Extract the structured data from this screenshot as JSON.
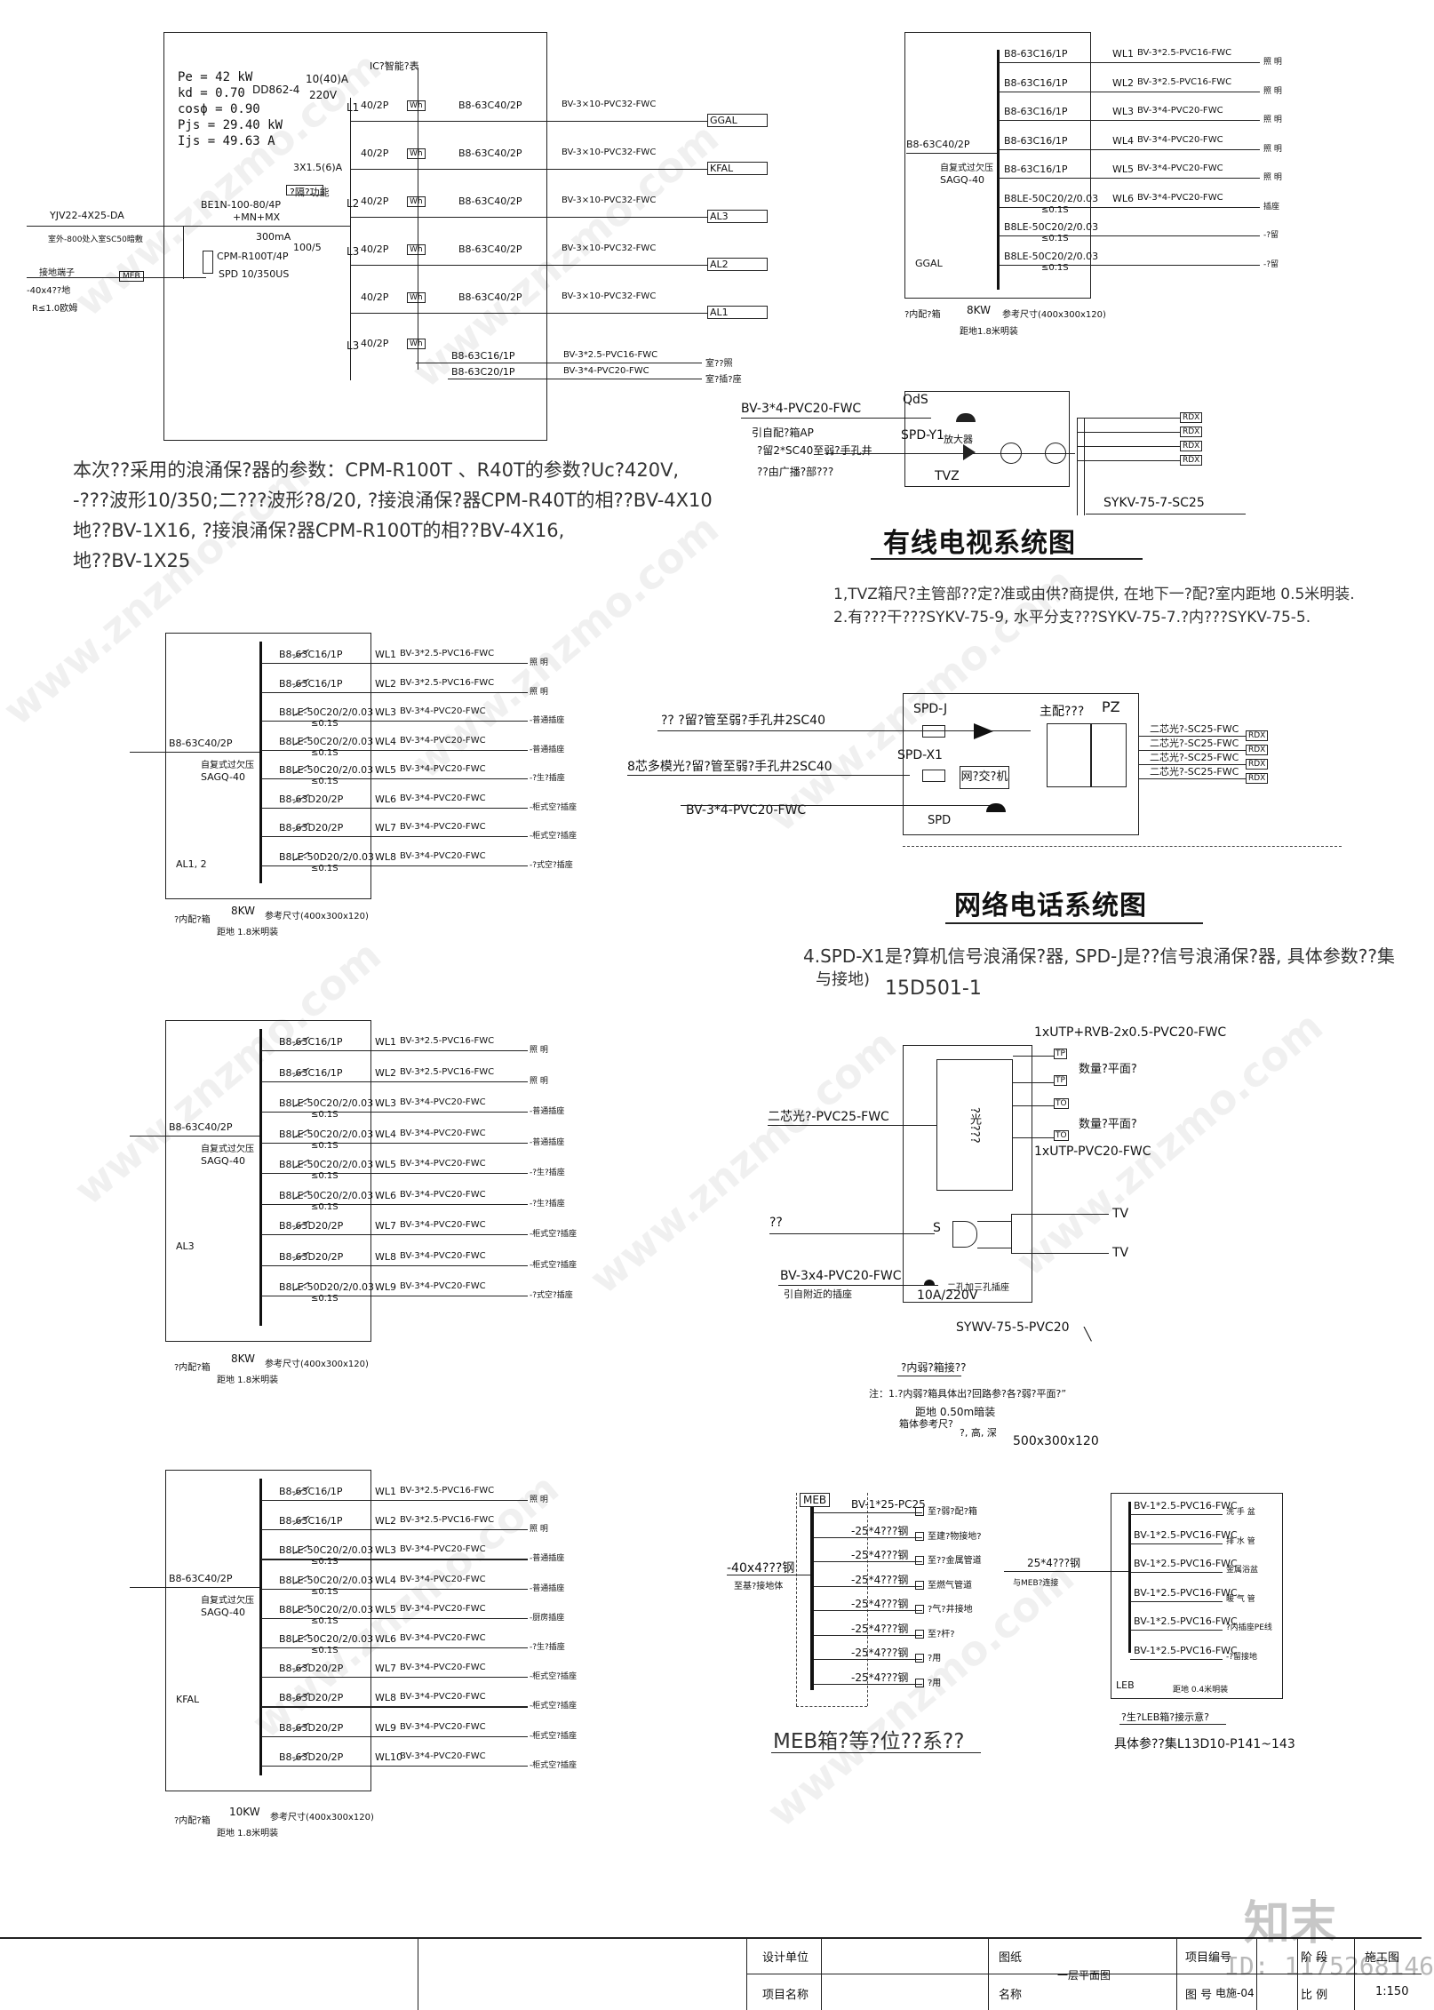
{
  "panel_main": {
    "params": [
      "Pe = 42 kW",
      "kd = 0.70",
      "cosϕ = 0.90",
      "Pjs = 29.40 kW",
      "Ijs = 49.63 A"
    ],
    "meter_label": "IC?智能?表",
    "meter_model": "DD862-4",
    "meter_rating": "10(40)A",
    "meter_voltage": "220V",
    "incoming_cable": "YJV22-4X25-DA",
    "incoming_note": "室外-800处入室SC50暗敷",
    "ground_label": "接地端子",
    "ground_bar": "-40x4??地",
    "ground_resist": "R≤1.0欧姆",
    "meb_tag": "MEB",
    "main_breaker": "BE1N-100-80/4P",
    "main_breaker2": "+MN+MX",
    "breaker_func": "?隔?功能",
    "ct": "3X1.5(6)A",
    "rcd": "300mA",
    "ct_ratio": "100/5",
    "spd_model": "CPM-R100T/4P",
    "spd_wave": "SPD 10/350US",
    "circuits": [
      {
        "phase": "L1",
        "sw": "40/2P",
        "wh": "Wh",
        "breaker": "B8-63C40/2P",
        "cable": "BV-3×10-PVC32-FWC",
        "dest": "GGAL"
      },
      {
        "phase": "",
        "sw": "40/2P",
        "wh": "Wh",
        "breaker": "B8-63C40/2P",
        "cable": "BV-3×10-PVC32-FWC",
        "dest": "KFAL"
      },
      {
        "phase": "L2",
        "sw": "40/2P",
        "wh": "Wh",
        "breaker": "B8-63C40/2P",
        "cable": "BV-3×10-PVC32-FWC",
        "dest": "AL3"
      },
      {
        "phase": "L3",
        "sw": "40/2P",
        "wh": "Wh",
        "breaker": "B8-63C40/2P",
        "cable": "BV-3×10-PVC32-FWC",
        "dest": "AL2"
      },
      {
        "phase": "",
        "sw": "40/2P",
        "wh": "Wh",
        "breaker": "B8-63C40/2P",
        "cable": "BV-3×10-PVC32-FWC",
        "dest": "AL1"
      },
      {
        "phase": "L3",
        "sw": "40/2P",
        "wh": "Wh",
        "breaker": "B8-63C16/1P",
        "cable": "BV-3*2.5-PVC16-FWC",
        "dest": "室??照"
      }
    ],
    "extra_circuit": {
      "breaker": "B8-63C20/1P",
      "cable": "BV-3*4-PVC20-FWC",
      "dest": "室?插?座"
    }
  },
  "surge_note": [
    "本次??采用的浪涌保?器的参数：CPM-R100T 、R40T的参数?Uc?420V,",
    "-???波形10/350;二???波形?8/20, ?接浪涌保?器CPM-R40T的相??BV-4X10",
    "地??BV-1X16, ?接浪涌保?器CPM-R100T的相??BV-4X16,",
    "地??BV-1X25"
  ],
  "ggal": {
    "name": "GGAL",
    "incoming": "B8-63C40/2P",
    "auto_switch": "自复式过欠压",
    "sagq": "SAGQ-40",
    "rows": [
      {
        "br": "B8-63C16/1P",
        "rcd": "",
        "wl": "WL1",
        "cable": "BV-3*2.5-PVC16-FWC",
        "use": "照 明"
      },
      {
        "br": "B8-63C16/1P",
        "rcd": "",
        "wl": "WL2",
        "cable": "BV-3*2.5-PVC16-FWC",
        "use": "照 明"
      },
      {
        "br": "B8-63C16/1P",
        "rcd": "",
        "wl": "WL3",
        "cable": "BV-3*4-PVC20-FWC",
        "use": "照 明"
      },
      {
        "br": "B8-63C16/1P",
        "rcd": "",
        "wl": "WL4",
        "cable": "BV-3*4-PVC20-FWC",
        "use": "照 明"
      },
      {
        "br": "B8-63C16/1P",
        "rcd": "",
        "wl": "WL5",
        "cable": "BV-3*4-PVC20-FWC",
        "use": "照 明"
      },
      {
        "br": "B8LE-50C20/2/0.03",
        "rcd": "≤0.1S",
        "wl": "WL6",
        "cable": "BV-3*4-PVC20-FWC",
        "use": "插座"
      },
      {
        "br": "B8LE-50C20/2/0.03",
        "rcd": "≤0.1S",
        "wl": "",
        "cable": "",
        "use": "-?留"
      },
      {
        "br": "B8LE-50C20/2/0.03",
        "rcd": "≤0.1S",
        "wl": "",
        "cable": "",
        "use": "-?留"
      }
    ],
    "power": "8KW",
    "size": "参考尺寸(400x300x120)",
    "panel_note": "?内配?箱",
    "mount": "距地1.8米明装"
  },
  "catv": {
    "feed_cable": "BV-3*4-PVC20-FWC",
    "feed_note": "引自配?箱AP",
    "conduit_note": "?留2*SC40至弱?手孔井",
    "broadcast": "??由广播?部???",
    "spd_tag": "SPD-Y1",
    "amp": "放大器",
    "ds_tag": "QdS",
    "tvz": "TVZ",
    "outputs": [
      "RDX",
      "RDX",
      "RDX",
      "RDX"
    ],
    "trunk": "SYKV-75-7-SC25",
    "title": "有线电视系统图",
    "notes": [
      "1,TVZ箱尺?主管部??定?准或由供?商提供, 在地下一?配?室内距地 0.5米明装.",
      "2.有???干???SYKV-75-9, 水平分支???SYKV-75-7.?内???SYKV-75-5."
    ]
  },
  "network": {
    "in1": "?? ?留?管至弱?手孔井2SC40",
    "in2": "8芯多模光?留?管至弱?手孔井2SC40",
    "feed": "BV-3*4-PVC20-FWC",
    "spd_j": "SPD-J",
    "spd_x1": "SPD-X1",
    "spd": "SPD",
    "switch": "网?交?机",
    "main_frame": "主配???",
    "pz": "PZ",
    "outs": [
      "二芯光?-SC25-FWC",
      "二芯光?-SC25-FWC",
      "二芯光?-SC25-FWC",
      "二芯光?-SC25-FWC"
    ],
    "rdx": [
      "RDX",
      "RDX",
      "RDX",
      "RDX"
    ],
    "title": "网络电话系统图",
    "note1": "4.SPD-X1是?算机信号浪涌保?器, SPD-J是??信号浪涌保?器, 具体参数??集",
    "note2": "与接地)",
    "note3": "15D501-1"
  },
  "weak_box": {
    "utp_top": "1xUTP+RVB-2x0.5-PVC20-FWC",
    "qty1": "数量?平面?",
    "qty2": "数量?平面?",
    "utp_bottom": "1xUTP-PVC20-FWC",
    "fiber_in": "二芯光?-PVC25-FWC",
    "module": "?光???",
    "ports": [
      "TP",
      "TP",
      "TO",
      "TO"
    ],
    "signal": "??",
    "s_tag": "S",
    "tv": [
      "TV",
      "TV"
    ],
    "power_cable": "BV-3x4-PVC20-FWC",
    "power_from": "引自附近的插座",
    "socket": "二孔加三孔插座",
    "socket_rating": "10A/220V",
    "coax": "SYWV-75-5-PVC20",
    "coax_tail": "╲",
    "box_title": "?内弱?箱接??",
    "note_a": "注：1.?内弱?箱具体出?回路参?各?弱?平面?”",
    "note_b": "距地  0.50m暗装",
    "note_c": "箱体参考尺?",
    "note_d": "?, 高, 深",
    "size": "500x300x120"
  },
  "al12": {
    "name": "AL1, 2",
    "incoming": "B8-63C40/2P",
    "auto_switch": "自复式过欠压",
    "sagq": "SAGQ-40",
    "rows": [
      {
        "br": "B8-63C16/1P",
        "rcd": "",
        "wl": "WL1",
        "cable": "BV-3*2.5-PVC16-FWC",
        "use": "照 明"
      },
      {
        "br": "B8-63C16/1P",
        "rcd": "",
        "wl": "WL2",
        "cable": "BV-3*2.5-PVC16-FWC",
        "use": "照 明"
      },
      {
        "br": "B8LE-50C20/2/0.03",
        "rcd": "≤0.1S",
        "wl": "WL3",
        "cable": "BV-3*4-PVC20-FWC",
        "use": "-普通插座"
      },
      {
        "br": "B8LE-50C20/2/0.03",
        "rcd": "≤0.1S",
        "wl": "WL4",
        "cable": "BV-3*4-PVC20-FWC",
        "use": "-普通插座"
      },
      {
        "br": "B8LE-50C20/2/0.03",
        "rcd": "≤0.1S",
        "wl": "WL5",
        "cable": "BV-3*4-PVC20-FWC",
        "use": "-?生?插座"
      },
      {
        "br": "B8-63D20/2P",
        "rcd": "",
        "wl": "WL6",
        "cable": "BV-3*4-PVC20-FWC",
        "use": "-柜式空?插座"
      },
      {
        "br": "B8-63D20/2P",
        "rcd": "",
        "wl": "WL7",
        "cable": "BV-3*4-PVC20-FWC",
        "use": "-柜式空?插座"
      },
      {
        "br": "B8LE-50D20/2/0.03",
        "rcd": "≤0.1S",
        "wl": "WL8",
        "cable": "BV-3*4-PVC20-FWC",
        "use": "-?式空?插座"
      }
    ],
    "power": "8KW",
    "size": "参考尺寸(400x300x120)",
    "panel_note": "?内配?箱",
    "mount": "距地 1.8米明装"
  },
  "al3": {
    "name": "AL3",
    "incoming": "B8-63C40/2P",
    "auto_switch": "自复式过欠压",
    "sagq": "SAGQ-40",
    "rows": [
      {
        "br": "B8-63C16/1P",
        "rcd": "",
        "wl": "WL1",
        "cable": "BV-3*2.5-PVC16-FWC",
        "use": "照 明"
      },
      {
        "br": "B8-63C16/1P",
        "rcd": "",
        "wl": "WL2",
        "cable": "BV-3*2.5-PVC16-FWC",
        "use": "照 明"
      },
      {
        "br": "B8LE-50C20/2/0.03",
        "rcd": "≤0.1S",
        "wl": "WL3",
        "cable": "BV-3*4-PVC20-FWC",
        "use": "-普通插座"
      },
      {
        "br": "B8LE-50C20/2/0.03",
        "rcd": "≤0.1S",
        "wl": "WL4",
        "cable": "BV-3*4-PVC20-FWC",
        "use": "-普通插座"
      },
      {
        "br": "B8LE-50C20/2/0.03",
        "rcd": "≤0.1S",
        "wl": "WL5",
        "cable": "BV-3*4-PVC20-FWC",
        "use": "-?生?插座"
      },
      {
        "br": "B8LE-50C20/2/0.03",
        "rcd": "≤0.1S",
        "wl": "WL6",
        "cable": "BV-3*4-PVC20-FWC",
        "use": "-?生?插座"
      },
      {
        "br": "B8-63D20/2P",
        "rcd": "",
        "wl": "WL7",
        "cable": "BV-3*4-PVC20-FWC",
        "use": "-柜式空?插座"
      },
      {
        "br": "B8-63D20/2P",
        "rcd": "",
        "wl": "WL8",
        "cable": "BV-3*4-PVC20-FWC",
        "use": "-柜式空?插座"
      },
      {
        "br": "B8LE-50D20/2/0.03",
        "rcd": "≤0.1S",
        "wl": "WL9",
        "cable": "BV-3*4-PVC20-FWC",
        "use": "-?式空?插座"
      }
    ],
    "power": "8KW",
    "size": "参考尺寸(400x300x120)",
    "panel_note": "?内配?箱",
    "mount": "距地 1.8米明装"
  },
  "kfal": {
    "name": "KFAL",
    "incoming": "B8-63C40/2P",
    "auto_switch": "自复式过欠压",
    "sagq": "SAGQ-40",
    "rows": [
      {
        "br": "B8-63C16/1P",
        "rcd": "",
        "wl": "WL1",
        "cable": "BV-3*2.5-PVC16-FWC",
        "use": "照 明"
      },
      {
        "br": "B8-63C16/1P",
        "rcd": "",
        "wl": "WL2",
        "cable": "BV-3*2.5-PVC16-FWC",
        "use": "照 明"
      },
      {
        "br": "B8LE-50C20/2/0.03",
        "rcd": "≤0.1S",
        "wl": "WL3",
        "cable": "BV-3*4-PVC20-FWC",
        "use": "-普通插座"
      },
      {
        "br": "B8LE-50C20/2/0.03",
        "rcd": "≤0.1S",
        "wl": "WL4",
        "cable": "BV-3*4-PVC20-FWC",
        "use": "-普通插座"
      },
      {
        "br": "B8LE-50C20/2/0.03",
        "rcd": "≤0.1S",
        "wl": "WL5",
        "cable": "BV-3*4-PVC20-FWC",
        "use": "-厨房插座"
      },
      {
        "br": "B8LE-50C20/2/0.03",
        "rcd": "≤0.1S",
        "wl": "WL6",
        "cable": "BV-3*4-PVC20-FWC",
        "use": "-?生?插座"
      },
      {
        "br": "B8-63D20/2P",
        "rcd": "",
        "wl": "WL7",
        "cable": "BV-3*4-PVC20-FWC",
        "use": "-柜式空?插座"
      },
      {
        "br": "B8-63D20/2P",
        "rcd": "",
        "wl": "WL8",
        "cable": "BV-3*4-PVC20-FWC",
        "use": "-柜式空?插座"
      },
      {
        "br": "B8-63D20/2P",
        "rcd": "",
        "wl": "WL9",
        "cable": "BV-3*4-PVC20-FWC",
        "use": "-柜式空?插座"
      },
      {
        "br": "B8-63D20/2P",
        "rcd": "",
        "wl": "WL10",
        "cable": "BV-3*4-PVC20-FWC",
        "use": "-柜式空?插座"
      }
    ],
    "power": "10KW",
    "size": "参考尺寸(400x300x120)",
    "panel_note": "?内配?箱",
    "mount": "距地 1.8米明装"
  },
  "meb": {
    "tag": "MEB",
    "ground_in": "-40x4???钢",
    "ground_note": "至基?接地体",
    "rows": [
      {
        "cable": "BV-1*25-PC25",
        "to": "至?弱?配?箱"
      },
      {
        "cable": "-25*4???钢",
        "to": "至建?物接地?"
      },
      {
        "cable": "-25*4???钢",
        "to": "至??金属管道"
      },
      {
        "cable": "-25*4???钢",
        "to": "至燃气管道"
      },
      {
        "cable": "-25*4???钢",
        "to": "?气?井接地"
      },
      {
        "cable": "-25*4???钢",
        "to": "至?杆?"
      },
      {
        "cable": "-25*4???钢",
        "to": "?用"
      },
      {
        "cable": "-25*4???钢",
        "to": "?用"
      }
    ],
    "link": "25*4???钢",
    "link_note": "与MEB?连接",
    "title": "MEB箱?等?位??系??"
  },
  "leb": {
    "tag": "LEB",
    "rows": [
      {
        "cable": "BV-1*2.5-PVC16-FWC",
        "to": "洗 手 盆"
      },
      {
        "cable": "BV-1*2.5-PVC16-FWC",
        "to": "排 水 管"
      },
      {
        "cable": "BV-1*2.5-PVC16-FWC",
        "to": "金属浴盆"
      },
      {
        "cable": "BV-1*2.5-PVC16-FWC",
        "to": "暖 气 管"
      },
      {
        "cable": "BV-1*2.5-PVC16-FWC",
        "to": "?内插座PE线"
      },
      {
        "cable": "BV-1*2.5-PVC16-FWC",
        "to": "-?留接地"
      }
    ],
    "mount": "距地 0.4米明装",
    "title": "?生?LEB箱?接示意?",
    "ref": "具体参??集L13D10-P141~143"
  },
  "title_block": {
    "design_unit": "设计单位",
    "project_name": "项目名称",
    "drawing": "图纸",
    "name": "名称",
    "drawing_name": "一层平面图",
    "project_no": "项目编号",
    "drawing_no_label": "图  号",
    "drawing_no": "电施-04",
    "stage_label": "阶  段",
    "stage": "施工图",
    "scale_label": "比  例",
    "scale": "1:150"
  },
  "watermark": {
    "site": "www.znzmo.com",
    "brand": "知末",
    "id": "ID: 1175268146"
  }
}
